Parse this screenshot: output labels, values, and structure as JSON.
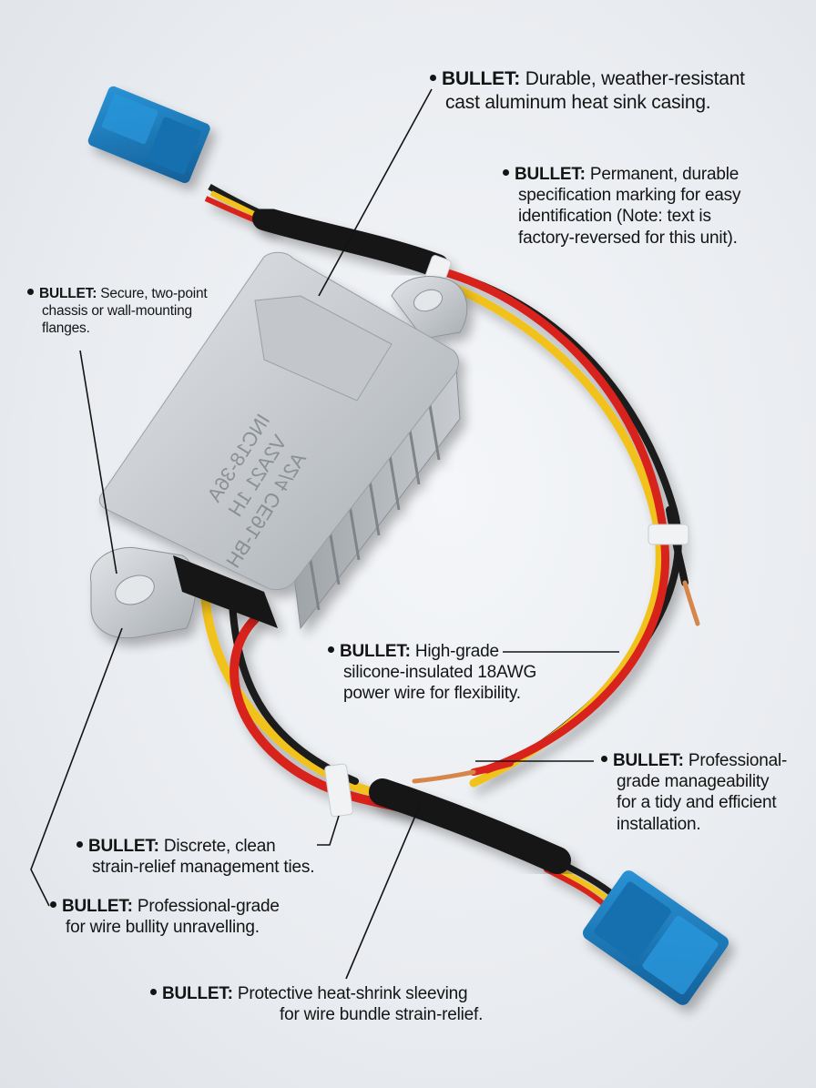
{
  "callouts": {
    "casing": {
      "lead": "BULLET:",
      "line1": "Durable, weather-resistant",
      "line2": "cast aluminum heat sink casing."
    },
    "marking": {
      "lead": "BULLET:",
      "line1": "Permanent, durable",
      "line2": "specification marking for easy",
      "line3": "identification (Note: text is",
      "line4": "factory-reversed for this unit)."
    },
    "flanges": {
      "lead": "BULLET:",
      "line1": "Secure, two-point",
      "line2": "chassis or wall-mounting",
      "line3": "flanges."
    },
    "wire": {
      "lead": "BULLET:",
      "line1": "High-grade",
      "line2": "silicone-insulated 18AWG",
      "line3": "power wire for flexibility."
    },
    "manageability": {
      "lead": "BULLET:",
      "line1": "Professional-",
      "line2": "grade manageability",
      "line3": "for a tidy and efficient",
      "line4": "installation."
    },
    "ties": {
      "lead": "BULLET:",
      "line1": "Discrete, clean",
      "line2": "strain-relief management ties."
    },
    "unravelling": {
      "lead": "BULLET:",
      "line1": "Professional-grade",
      "line2": "for wire bullity unravelling."
    },
    "sleeving": {
      "lead": "BULLET:",
      "line1": "Protective heat-shrink sleeving",
      "line2": "for wire bundle strain-relief."
    }
  },
  "casing_marking": {
    "line1": "INC18-36A",
    "line2": "V2A21 1H",
    "line3": "A2/4 CE91-BH"
  },
  "colors": {
    "wire_red": "#d8241c",
    "wire_yellow": "#f2c21a",
    "wire_black": "#1a1a1a",
    "connector_blue": "#1b7fc4",
    "aluminum": "#c9cdd1",
    "heat_shrink": "#151515",
    "copper": "#d7864a"
  }
}
